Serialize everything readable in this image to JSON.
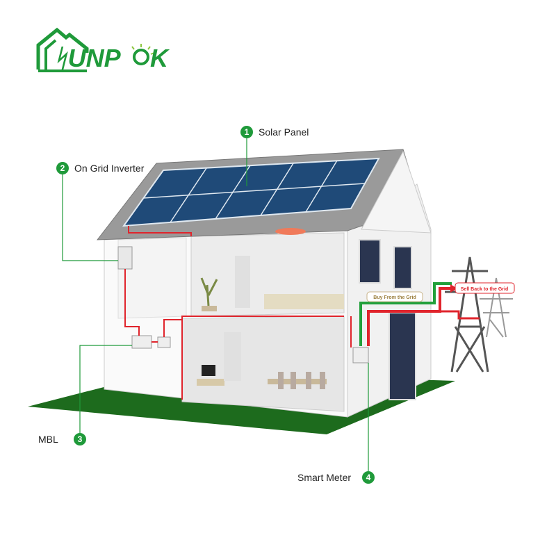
{
  "logo": {
    "text": "SUNPOK",
    "color": "#1f9a3a"
  },
  "callouts": [
    {
      "number": "1",
      "label": "Solar Panel"
    },
    {
      "number": "2",
      "label": "On Grid Inverter"
    },
    {
      "number": "3",
      "label": "MBL"
    },
    {
      "number": "4",
      "label": "Smart Meter"
    }
  ],
  "flow_tags": {
    "buy": "Buy From the Grid",
    "sell": "Sell Back to the Grid"
  },
  "colors": {
    "callout": "#1f9a3a",
    "ground": "#1d6b1d",
    "wire": "#e0242c",
    "panel": "#1f4a78",
    "buy_line": "#21a03a",
    "sell_line": "#e0242c"
  }
}
